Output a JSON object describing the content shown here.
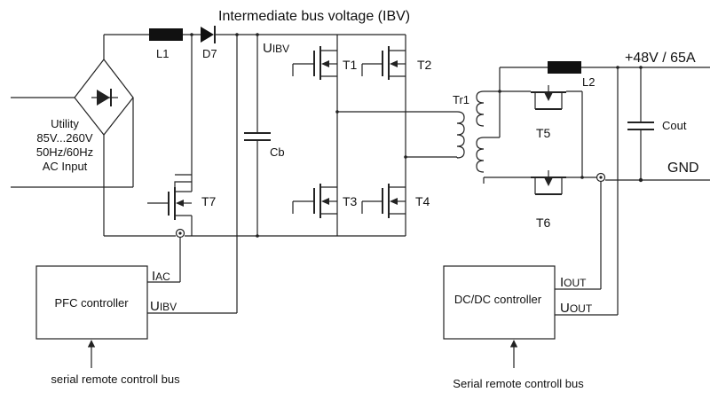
{
  "title": "Intermediate bus voltage (IBV)",
  "input": {
    "lines": [
      "Utility",
      "85V...260V",
      "50Hz/60Hz",
      "AC Input"
    ]
  },
  "components": {
    "L1": "L1",
    "D7": "D7",
    "Cb": "Cb",
    "T1": "T1",
    "T2": "T2",
    "T3": "T3",
    "T4": "T4",
    "T5": "T5",
    "T6": "T6",
    "T7": "T7",
    "Tr1": "Tr1",
    "L2": "L2",
    "Cout": "Cout"
  },
  "output": {
    "voltage": "+48V / 65A",
    "gnd": "GND"
  },
  "signals": {
    "uibv_top": {
      "main": "U",
      "sub": "IBV"
    },
    "iac": {
      "main": "I",
      "sub": "AC"
    },
    "uibv_pfc": {
      "main": "U",
      "sub": "IBV"
    },
    "iout": {
      "main": "I",
      "sub": "OUT"
    },
    "uout": {
      "main": "U",
      "sub": "OUT"
    }
  },
  "controllers": {
    "pfc": "PFC controller",
    "dcdc": "DC/DC controller"
  },
  "buses": {
    "left": "serial remote controll bus",
    "right": "Serial remote controll bus"
  },
  "colors": {
    "line": "#222222",
    "text": "#111111",
    "background": "#ffffff"
  }
}
